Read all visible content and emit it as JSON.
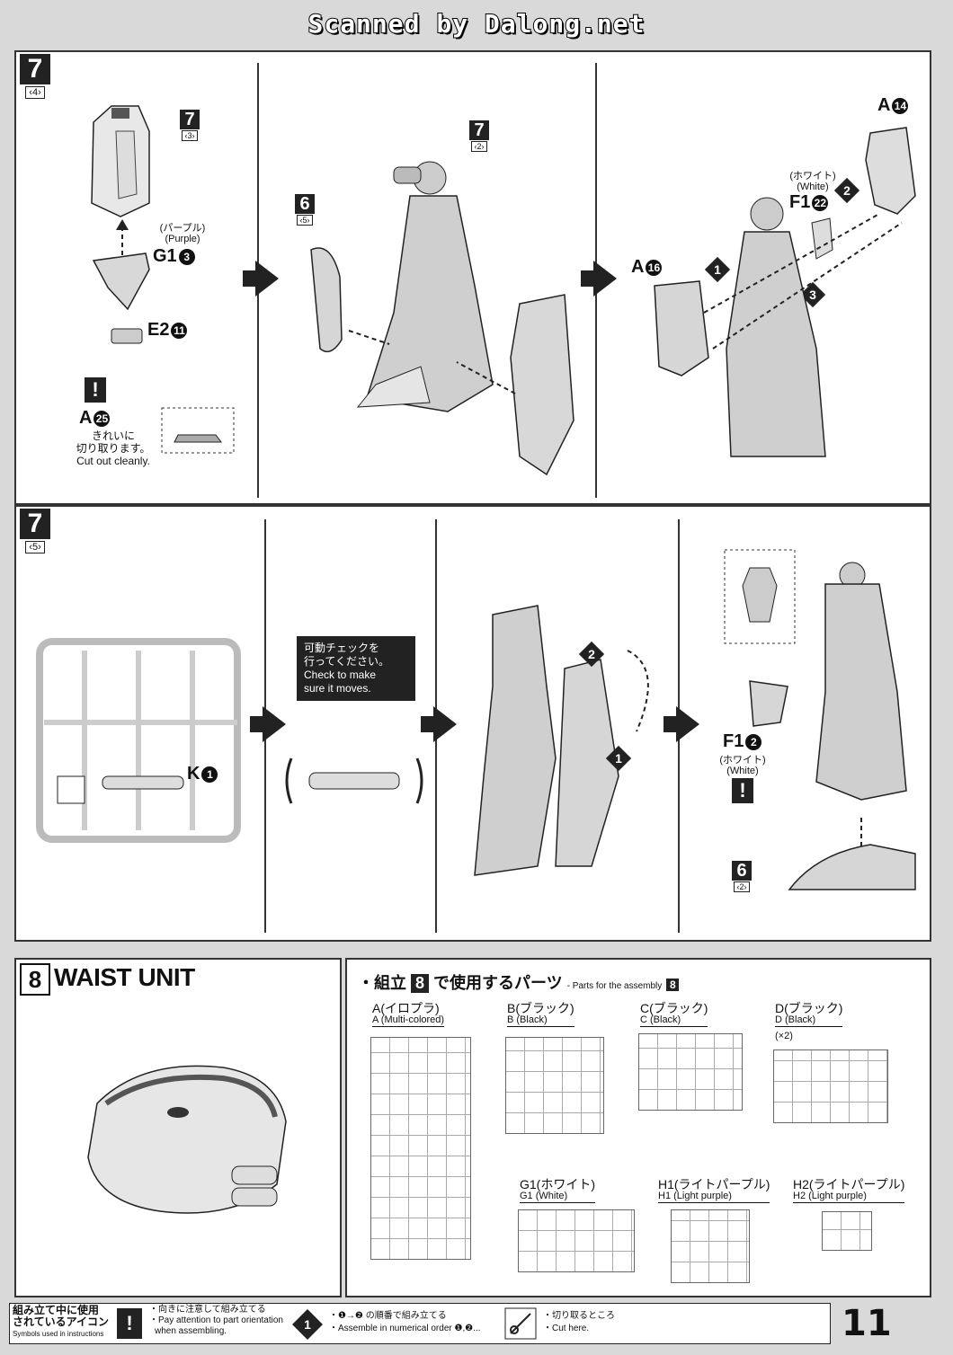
{
  "scan_header": "Scanned by Dalong.net",
  "step7_4": {
    "number": "7",
    "sub": "4",
    "ref_top": {
      "number": "7",
      "sub": "3"
    },
    "ref_mid": {
      "number": "7",
      "sub": "2"
    },
    "ref_six": {
      "number": "6",
      "sub": "5"
    },
    "g1_color_jp": "(パープル)",
    "g1_color_en": "(Purple)",
    "g1_part": "G1",
    "g1_num": "3",
    "e2_part": "E2",
    "e2_num": "11",
    "a25_part": "A",
    "a25_num": "25",
    "cut_jp_1": "きれいに",
    "cut_jp_2": "切り取ります。",
    "cut_en": "Cut out cleanly.",
    "a14_part": "A",
    "a14_num": "14",
    "f1_color_jp": "(ホワイト)",
    "f1_color_en": "(White)",
    "f1_part": "F1",
    "f1_num": "22",
    "a16_part": "A",
    "a16_num": "16",
    "seq1": "1",
    "seq2": "2",
    "seq3": "3"
  },
  "step7_5": {
    "number": "7",
    "sub": "5",
    "k_part": "K",
    "k_num": "1",
    "check_jp_1": "可動チェックを",
    "check_jp_2": "行ってください。",
    "check_en_1": "Check to make",
    "check_en_2": "sure it moves.",
    "seq1": "1",
    "seq2": "2",
    "f1_part": "F1",
    "f1_num": "2",
    "f1_color_jp": "(ホワイト)",
    "f1_color_en": "(White)",
    "ref_six": {
      "number": "6",
      "sub": "2"
    }
  },
  "step8": {
    "number": "8",
    "title": "WAIST UNIT",
    "parts_heading_jp_1": "・組立",
    "parts_heading_num": "8",
    "parts_heading_jp_2": "で使用するパーツ",
    "parts_heading_en": "- Parts for the assembly",
    "runners": [
      {
        "jp": "A(イロプラ)",
        "en": "A (Multi-colored)",
        "qty": ""
      },
      {
        "jp": "B(ブラック)",
        "en": "B (Black)",
        "qty": ""
      },
      {
        "jp": "C(ブラック)",
        "en": "C (Black)",
        "qty": ""
      },
      {
        "jp": "D(ブラック)",
        "en": "D (Black)",
        "qty": "(×2)"
      },
      {
        "jp": "G1(ホワイト)",
        "en": "G1 (White)",
        "qty": ""
      },
      {
        "jp": "H1(ライトパープル)",
        "en": "H1 (Light purple)",
        "qty": ""
      },
      {
        "jp": "H2(ライトパープル)",
        "en": "H2 (Light purple)",
        "qty": ""
      }
    ]
  },
  "footer": {
    "legend_jp_1": "組み立て中に使用",
    "legend_jp_2": "されているアイコン",
    "legend_en": "Symbols used in instructions",
    "icon1_jp": "・向きに注意して組み立てる",
    "icon1_en_1": "・Pay attention to part orientation",
    "icon1_en_2": "when assembling.",
    "icon2_jp": "・❶→❷ の順番で組み立てる",
    "icon2_en": "・Assemble in numerical order ❶,❷...",
    "icon3_jp": "・切り取るところ",
    "icon3_en": "・Cut here.",
    "page": "11"
  }
}
